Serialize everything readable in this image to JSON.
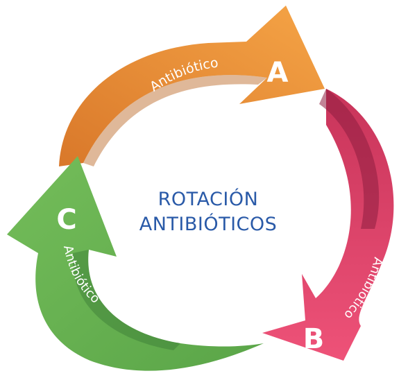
{
  "title": {
    "line1": "ROTACIÓN",
    "line2": "ANTIBIÓTICOS"
  },
  "segments": [
    {
      "letter": "A",
      "label": "Antibiótico",
      "color": "#f0983a",
      "shade": "#c9701f"
    },
    {
      "letter": "B",
      "label": "Antibiótico",
      "color": "#e8476e",
      "shade": "#9c2246"
    },
    {
      "letter": "C",
      "label": "Antibiótico",
      "color": "#6ab552",
      "shade": "#3f7f3a"
    }
  ],
  "title_color": "#2a5aa8"
}
